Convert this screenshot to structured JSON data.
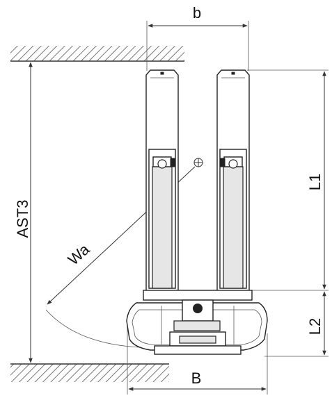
{
  "labels": {
    "b": "b",
    "ast3": "AST3",
    "wa": "Wa",
    "l1": "L1",
    "l2": "L2",
    "big_b": "B"
  }
}
